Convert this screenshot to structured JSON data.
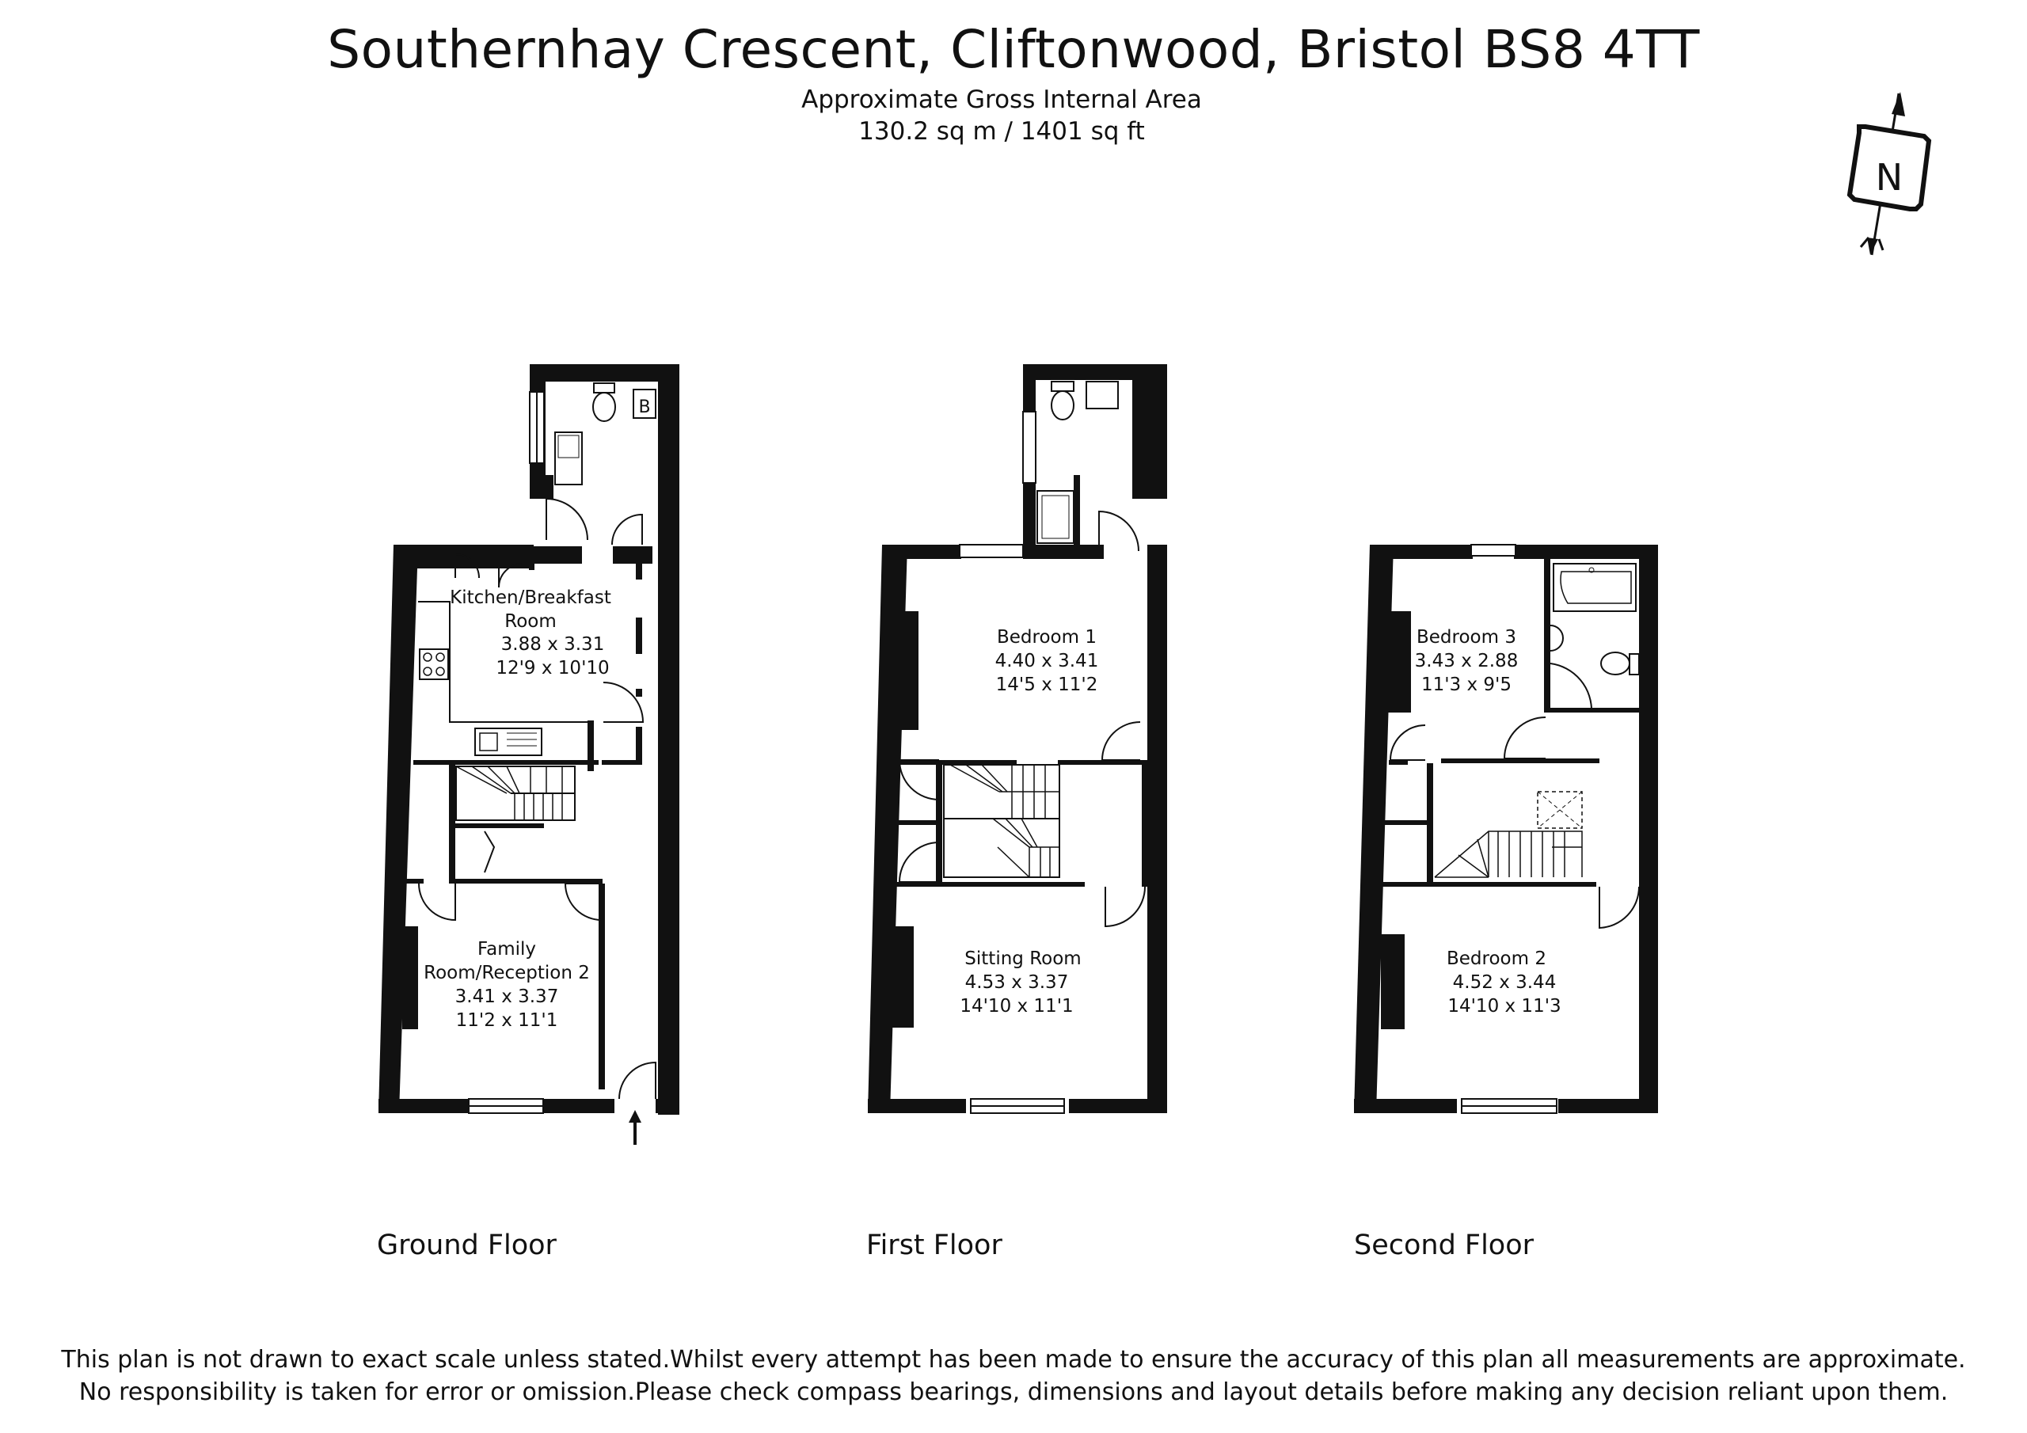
{
  "header": {
    "title": "Southernhay Crescent, Cliftonwood, Bristol BS8 4TT",
    "area_label": "Approximate Gross Internal Area",
    "area_value": "130.2 sq m / 1401 sq ft"
  },
  "compass": {
    "label": "N",
    "icon": "north-compass-icon"
  },
  "floors": {
    "ground": {
      "label": "Ground Floor",
      "boiler_label": "B",
      "kitchen": {
        "name_line1": "Kitchen/Breakfast",
        "name_line2": "Room",
        "metric": "3.88 x 3.31",
        "imperial": "12'9 x 10'10"
      },
      "family": {
        "name_line1": "Family",
        "name_line2": "Room/Reception 2",
        "metric": "3.41 x 3.37",
        "imperial": "11'2 x 11'1"
      }
    },
    "first": {
      "label": "First Floor",
      "bedroom1": {
        "name": "Bedroom 1",
        "metric": "4.40 x 3.41",
        "imperial": "14'5 x 11'2"
      },
      "sitting": {
        "name": "Sitting Room",
        "metric": "4.53 x 3.37",
        "imperial": "14'10 x 11'1"
      }
    },
    "second": {
      "label": "Second Floor",
      "bedroom3": {
        "name": "Bedroom 3",
        "metric": "3.43 x 2.88",
        "imperial": "11'3 x 9'5"
      },
      "bedroom2": {
        "name": "Bedroom 2",
        "metric": "4.52 x 3.44",
        "imperial": "14'10 x 11'3"
      }
    }
  },
  "disclaimer": {
    "line1": "This plan is not drawn to exact scale unless stated.Whilst every attempt has been made to ensure the accuracy of this plan all measurements are approximate.",
    "line2": "No responsibility is taken for error or omission.Please check compass bearings, dimensions and layout details before making any decision reliant upon them."
  }
}
